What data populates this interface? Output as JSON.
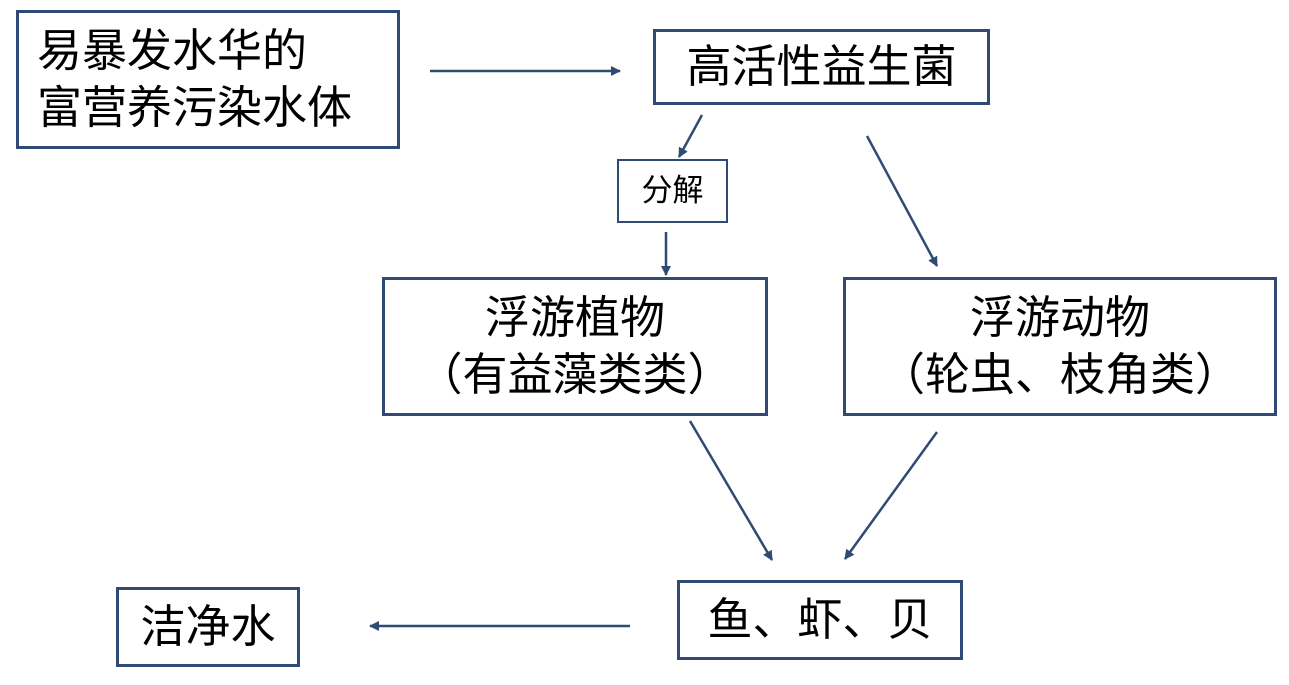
{
  "diagram": {
    "nodes": {
      "source": {
        "lines": [
          "易暴发水华的",
          "富营养污染水体"
        ]
      },
      "bacteria": {
        "lines": [
          "高活性益生菌"
        ]
      },
      "decompose": {
        "lines": [
          "分解"
        ]
      },
      "phytoplankton": {
        "lines": [
          "浮游植物",
          "（有益藻类类）"
        ]
      },
      "zooplankton": {
        "lines": [
          "浮游动物",
          "（轮虫、枝角类）"
        ]
      },
      "fish_shrimp_shellfish": {
        "lines": [
          "鱼、虾、贝"
        ]
      },
      "clean_water": {
        "lines": [
          "洁净水"
        ]
      }
    },
    "edges": [
      {
        "from": "source",
        "to": "bacteria"
      },
      {
        "from": "bacteria",
        "to": "decompose"
      },
      {
        "from": "decompose",
        "to": "phytoplankton"
      },
      {
        "from": "bacteria",
        "to": "zooplankton"
      },
      {
        "from": "phytoplankton",
        "to": "fish_shrimp_shellfish"
      },
      {
        "from": "zooplankton",
        "to": "fish_shrimp_shellfish"
      },
      {
        "from": "fish_shrimp_shellfish",
        "to": "clean_water"
      }
    ],
    "colors": {
      "border": "#2F4A73",
      "arrow": "#2F4A73",
      "text": "#000000"
    }
  }
}
